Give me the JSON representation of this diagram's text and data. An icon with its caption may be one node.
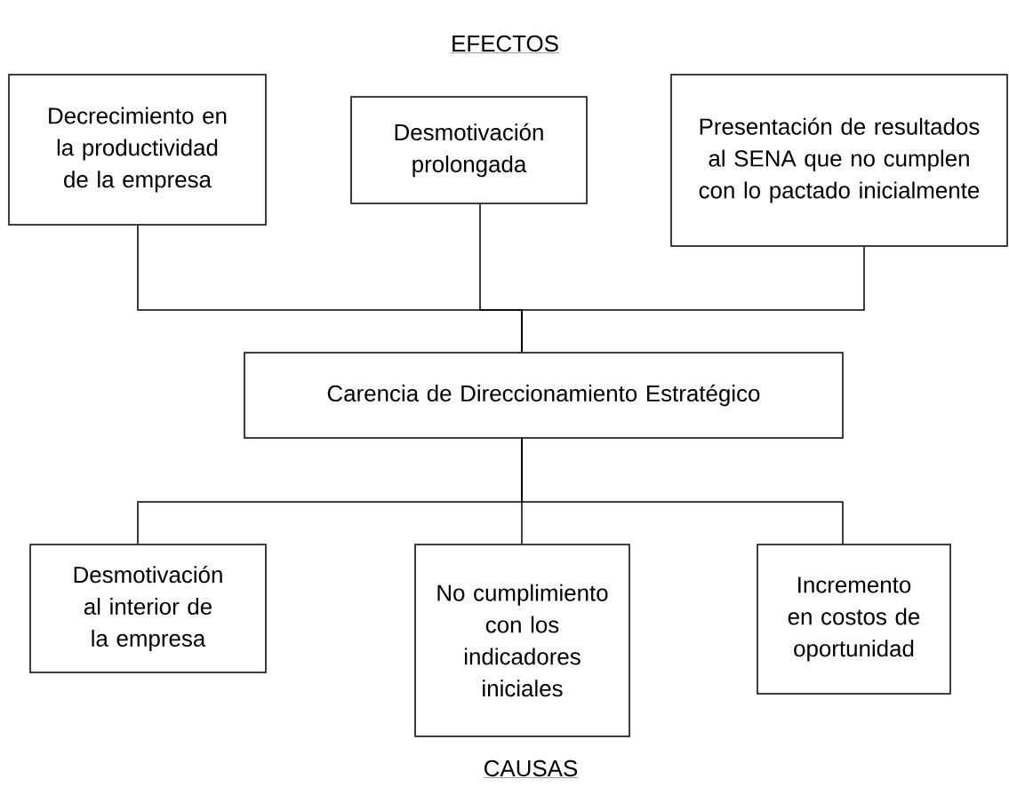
{
  "diagram": {
    "nodes": [
      {
        "text": [
          "Decrecimiento en la productividad de la empresa"
        ]
      },
      {
        "text": [
          "Desmotivación prolongada"
        ]
      },
      {
        "text": [
          "Presentación de resultados al SENA que no cumplen con lo pactado inicialmente"
        ]
      },
      {
        "text": [
          "Carencia de Direccionamiento Estratégico"
        ]
      },
      {
        "text": [
          "Desmotivación al interior de la empresa"
        ]
      },
      {
        "text": [
          "No cumplimiento con los indicadores iniciales"
        ]
      },
      {
        "text": [
          "Incremento en costos de oportunidad"
        ]
      }
    ],
    "edges": [
      {
        "from": 0,
        "to": 3,
        "arrow": "none"
      },
      {
        "from": 1,
        "to": 3,
        "arrow": "none"
      },
      {
        "from": 2,
        "to": 3,
        "arrow": "none"
      },
      {
        "from": 3,
        "to": 4,
        "arrow": "none"
      },
      {
        "from": 3,
        "to": 5,
        "arrow": "none"
      },
      {
        "from": 3,
        "to": 6,
        "arrow": "none"
      }
    ],
    "labels": [
      "EFECTOS",
      "CAUSAS"
    ]
  }
}
